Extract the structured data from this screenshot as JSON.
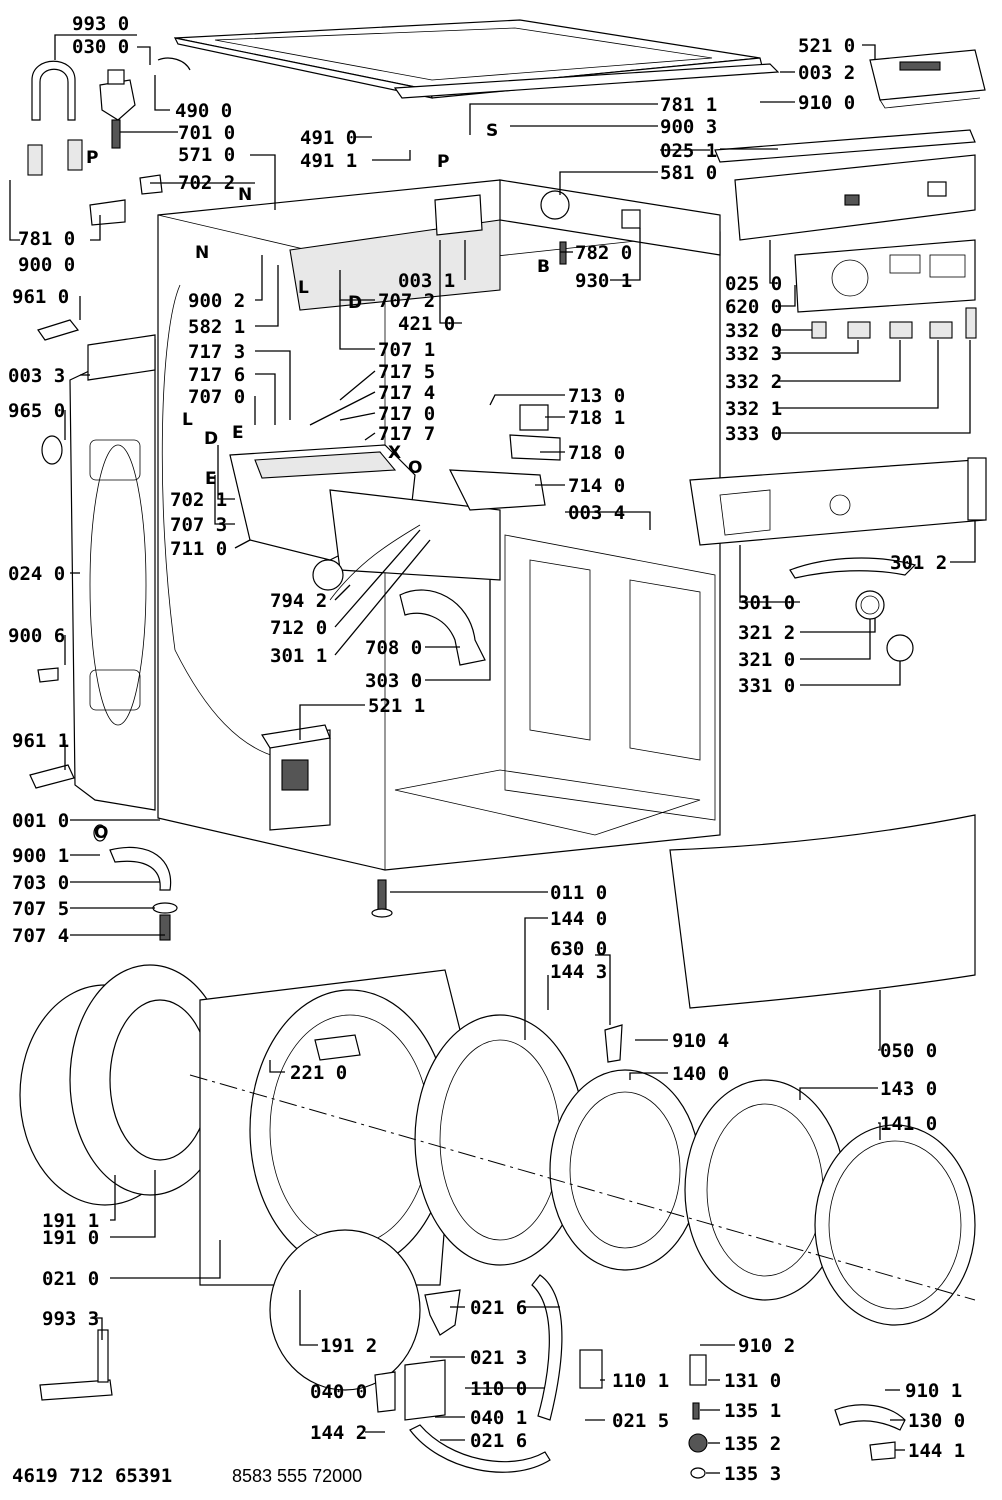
{
  "drawing_number": "4619 712 65391",
  "service_number": "8583 555 72000",
  "part_labels": [
    "993 0",
    "030 0",
    "490 0",
    "701 0",
    "571 0",
    "702 2",
    "781 0",
    "900 0",
    "961 0",
    "003 3",
    "965 0",
    "024 0",
    "900 6",
    "961 1",
    "001 0",
    "900 1",
    "703 0",
    "707 5",
    "707 4",
    "191 1",
    "191 0",
    "021 0",
    "993 3",
    "191 2",
    "040 0",
    "144 2",
    "491 0",
    "491 1",
    "781 1",
    "900 3",
    "025 1",
    "581 0",
    "782 0",
    "930 1",
    "003 1",
    "707 2",
    "421 0",
    "707 1",
    "900 2",
    "582 1",
    "717 3",
    "717 6",
    "707 0",
    "717 5",
    "717 4",
    "717 0",
    "717 7",
    "713 0",
    "718 1",
    "718 0",
    "714 0",
    "702 1",
    "707 3",
    "711 0",
    "003 4",
    "794 2",
    "712 0",
    "301 1",
    "708 0",
    "303 0",
    "521 1",
    "521 0",
    "003 2",
    "910 0",
    "025 0",
    "620 0",
    "332 0",
    "332 3",
    "332 2",
    "332 1",
    "333 0",
    "301 2",
    "301 0",
    "321 2",
    "321 0",
    "331 0",
    "011 0",
    "144 0",
    "630 0",
    "144 3",
    "910 4",
    "050 0",
    "221 0",
    "140 0",
    "143 0",
    "141 0",
    "021 6",
    "021 3",
    "110 0",
    "110 1",
    "040 1",
    "021 5",
    "021 6",
    "910 2",
    "131 0",
    "135 1",
    "135 2",
    "135 3",
    "910 1",
    "130 0",
    "144 1"
  ],
  "connector_markers": [
    "P",
    "N",
    "N",
    "L",
    "D",
    "S",
    "P",
    "B",
    "L",
    "D",
    "E",
    "E",
    "X",
    "O",
    "O"
  ]
}
